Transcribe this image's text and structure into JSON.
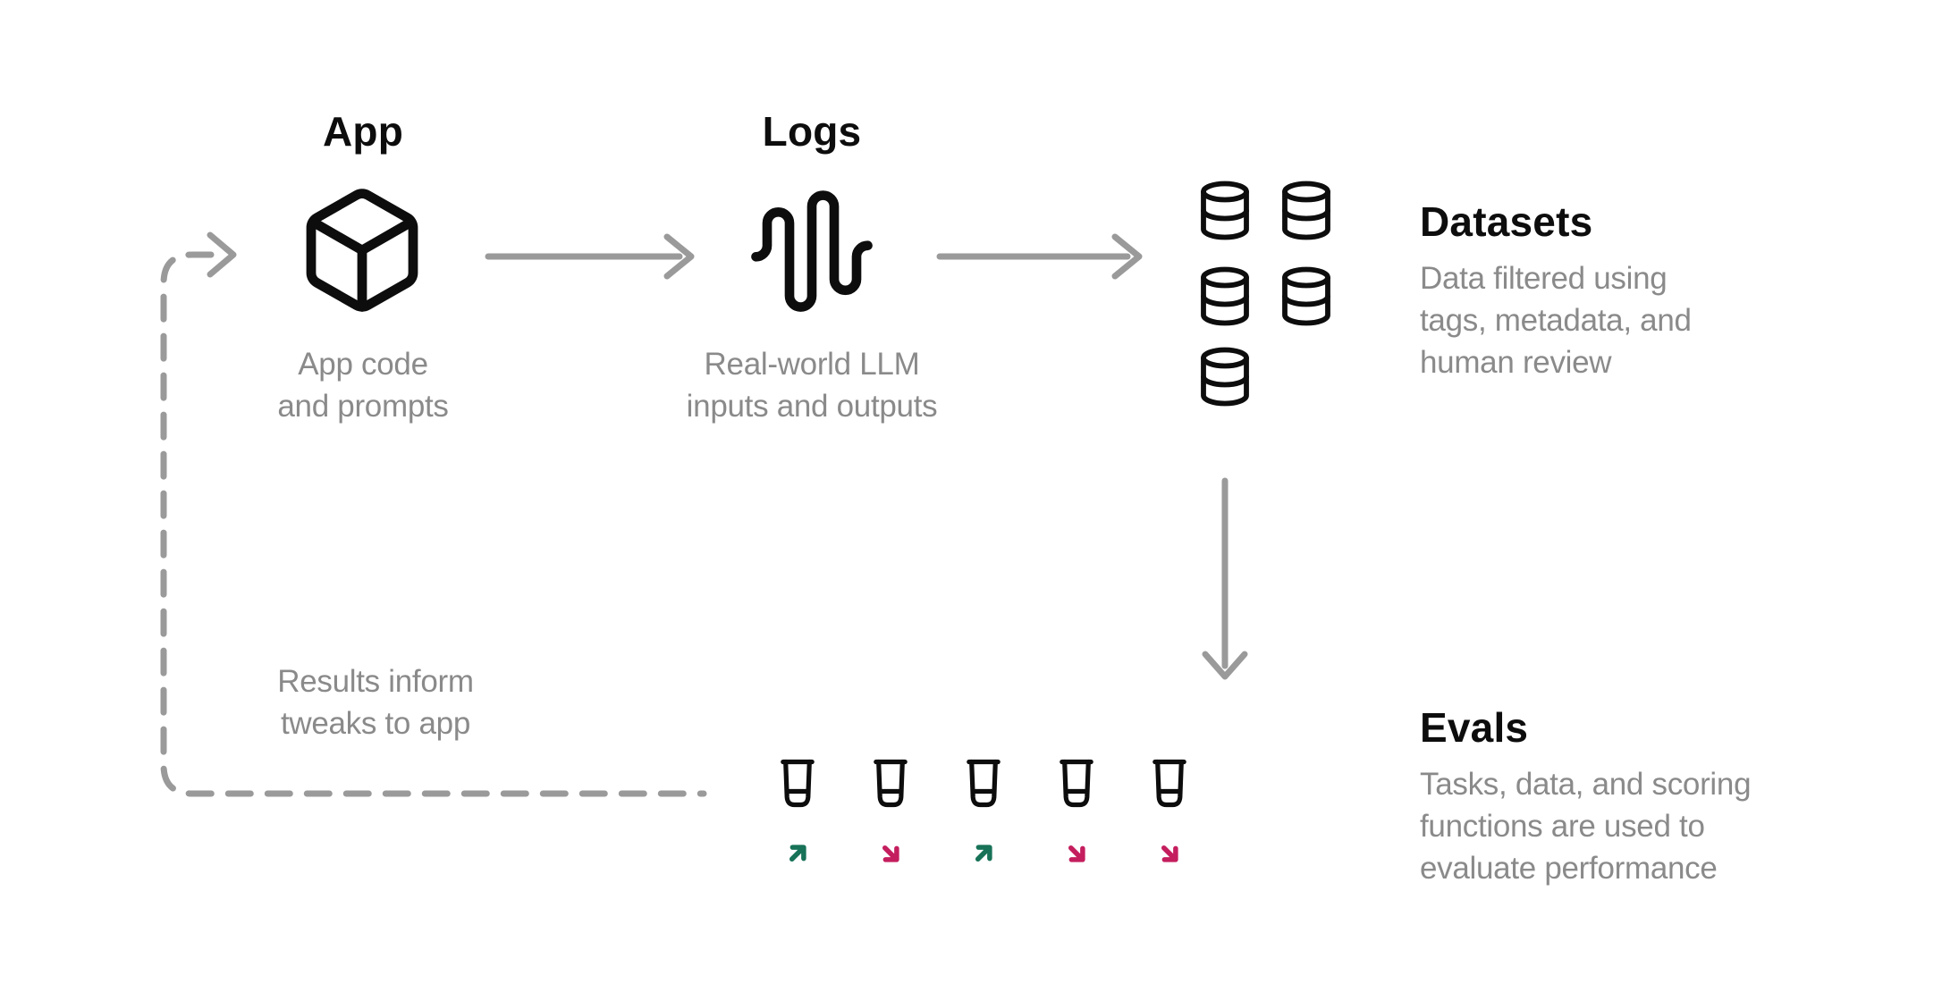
{
  "nodes": {
    "app": {
      "title": "App",
      "caption": [
        "App code",
        "and prompts"
      ]
    },
    "logs": {
      "title": "Logs",
      "caption": [
        "Real-world LLM",
        "inputs and outputs"
      ]
    },
    "datasets": {
      "title": "Datasets",
      "caption": [
        "Data filtered using",
        "tags, metadata, and",
        "human review"
      ]
    },
    "evals": {
      "title": "Evals",
      "caption": [
        "Tasks, data, and scoring",
        "functions are used to",
        "evaluate performance"
      ]
    }
  },
  "feedback_loop": {
    "label": [
      "Results inform",
      "tweaks to app"
    ]
  },
  "evals_row": {
    "results": [
      "up",
      "down",
      "up",
      "down",
      "down"
    ]
  },
  "icons": {
    "app": "box-icon",
    "logs": "audio-waveform-icon",
    "datasets": "database-icon",
    "evals": "beaker-icon",
    "up_result": "trend-up-icon",
    "down_result": "trend-down-icon"
  },
  "colors": {
    "ink": "#0d0d0d",
    "muted_text": "#8a8a8a",
    "connector": "#9a9a9a",
    "positive_green": "#177257",
    "negative_pink": "#c41e5e",
    "background": "#ffffff"
  }
}
